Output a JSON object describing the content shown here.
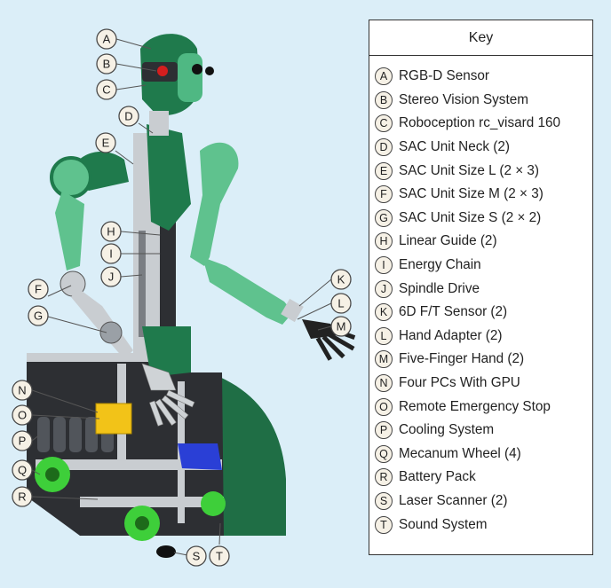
{
  "key": {
    "title": "Key",
    "items": [
      {
        "letter": "A",
        "label": "RGB-D Sensor"
      },
      {
        "letter": "B",
        "label": "Stereo Vision System"
      },
      {
        "letter": "C",
        "label": "Roboception rc_visard 160"
      },
      {
        "letter": "D",
        "label": "SAC Unit Neck (2)"
      },
      {
        "letter": "E",
        "label": "SAC Unit Size L (2 × 3)"
      },
      {
        "letter": "F",
        "label": "SAC Unit Size M (2 × 3)"
      },
      {
        "letter": "G",
        "label": "SAC Unit Size S (2 × 2)"
      },
      {
        "letter": "H",
        "label": "Linear Guide (2)"
      },
      {
        "letter": "I",
        "label": "Energy Chain"
      },
      {
        "letter": "J",
        "label": "Spindle Drive"
      },
      {
        "letter": "K",
        "label": "6D F/T Sensor (2)"
      },
      {
        "letter": "L",
        "label": "Hand Adapter (2)"
      },
      {
        "letter": "M",
        "label": "Five-Finger Hand (2)"
      },
      {
        "letter": "N",
        "label": "Four PCs With GPU"
      },
      {
        "letter": "O",
        "label": "Remote Emergency Stop"
      },
      {
        "letter": "P",
        "label": "Cooling System"
      },
      {
        "letter": "Q",
        "label": "Mecanum Wheel (4)"
      },
      {
        "letter": "R",
        "label": "Battery Pack"
      },
      {
        "letter": "S",
        "label": "Laser Scanner (2)"
      },
      {
        "letter": "T",
        "label": "Sound System"
      }
    ]
  },
  "callouts": [
    "A",
    "B",
    "C",
    "D",
    "E",
    "F",
    "G",
    "H",
    "I",
    "J",
    "K",
    "L",
    "M",
    "N",
    "O",
    "P",
    "Q",
    "R",
    "S",
    "T"
  ],
  "colors": {
    "background": "#dbeef8",
    "robot_green": "#1f7a4c",
    "robot_green_light": "#5fc28e",
    "frame_silver": "#c9cdd1",
    "frame_dark": "#2d2f33",
    "emergency_stop_yellow": "#f2c318",
    "wheel_green": "#3ecf3a",
    "battery_blue": "#2a3fd6"
  }
}
